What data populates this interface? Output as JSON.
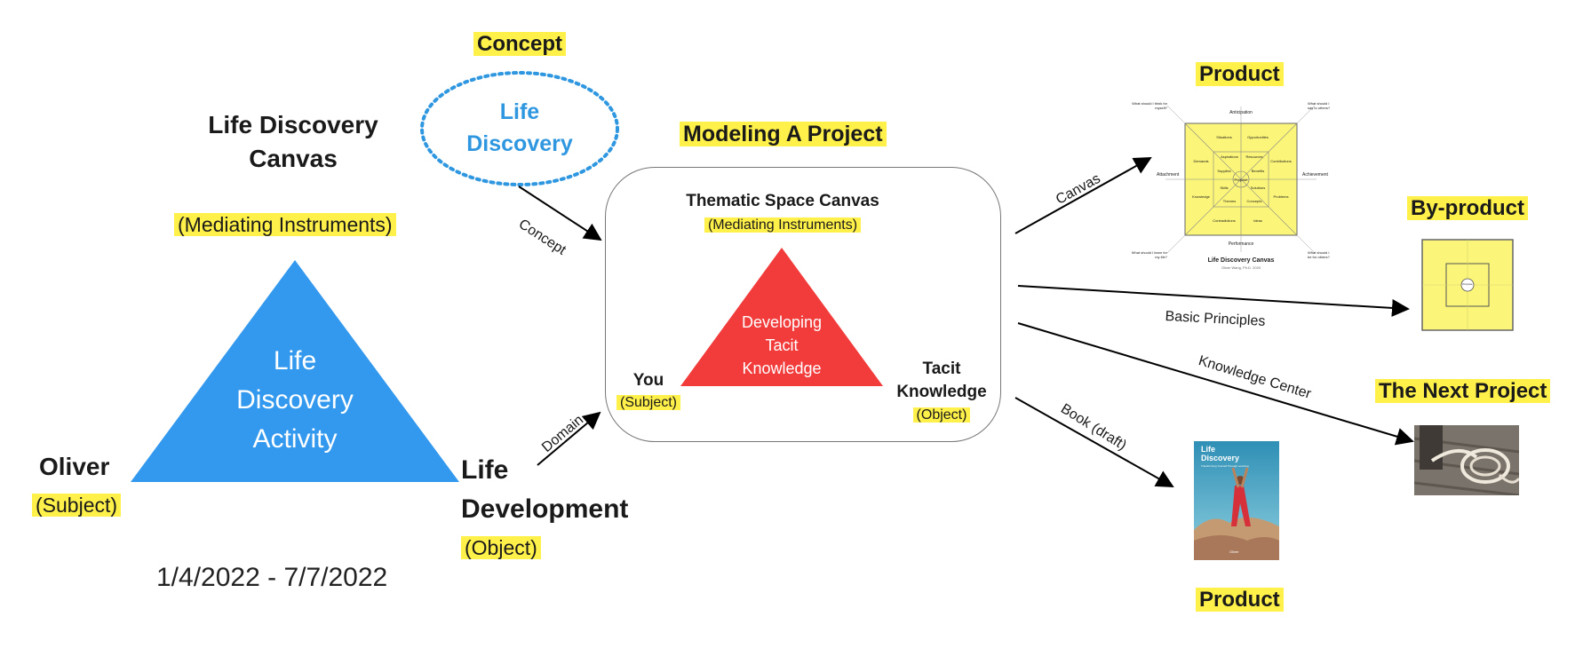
{
  "left": {
    "title_line1": "Life Discovery",
    "title_line2": "Canvas",
    "instruments": "(Mediating Instruments)",
    "activity_line1": "Life",
    "activity_line2": "Discovery",
    "activity_line3": "Activity",
    "subject_name": "Oliver",
    "subject_tag": "(Subject)",
    "object_line1": "Life",
    "object_line2": "Development",
    "object_tag": "(Object)",
    "date_range": "1/4/2022 - 7/7/2022"
  },
  "concept": {
    "heading": "Concept",
    "bubble_line1": "Life",
    "bubble_line2": "Discovery",
    "arrow_label": "Concept"
  },
  "domain_arrow_label": "Domain",
  "center": {
    "heading": "Modeling A Project",
    "canvas_title": "Thematic Space Canvas",
    "instruments": "(Mediating Instruments)",
    "triangle_line1": "Developing",
    "triangle_line2": "Tacit",
    "triangle_line3": "Knowledge",
    "subject_name": "You",
    "subject_tag": "(Subject)",
    "object_line1": "Tacit",
    "object_line2": "Knowledge",
    "object_tag": "(Object)"
  },
  "outputs": {
    "product_top": "Product",
    "byproduct": "By-product",
    "next_project": "The Next Project",
    "product_bottom": "Product",
    "arrow_canvas": "Canvas",
    "arrow_basic_principles": "Basic Principles",
    "arrow_knowledge_center": "Knowledge Center",
    "arrow_book": "Book (draft)"
  },
  "ldc_thumbnail": {
    "title": "Life Discovery Canvas",
    "subtitle": "Oliver Wang, Ph.D. 2020",
    "corner_tl": "What should I think for myself?",
    "corner_tr": "What should I say to others?",
    "corner_bl": "What should I learn for my life?",
    "corner_br": "What should I be for others?",
    "top": "Anticipation",
    "bottom": "Performance",
    "left": "Attachment",
    "right": "Achievement",
    "center": "Purpose",
    "cells": [
      "Situations",
      "Opportunities",
      "Demands",
      "Contributions",
      "Knowledge",
      "Problems",
      "Contradictions",
      "Ideas",
      "Aspirations",
      "Resources",
      "Supplies",
      "Benefits",
      "Skills",
      "Solutions",
      "Themes",
      "Concepts"
    ]
  },
  "book_thumbnail": {
    "title_line1": "Life",
    "title_line2": "Discovery",
    "subtitle": "Transforming Yourself Through Learning",
    "author": "Oliver"
  },
  "byproduct_thumbnail": {
    "center_label": "Purpose"
  },
  "colors": {
    "highlight": "#fff04a",
    "blue_triangle": "#3399ee",
    "red_triangle": "#f23c3c",
    "concept_blue": "#2f97e0",
    "canvas_yellow": "#fbf57a"
  }
}
